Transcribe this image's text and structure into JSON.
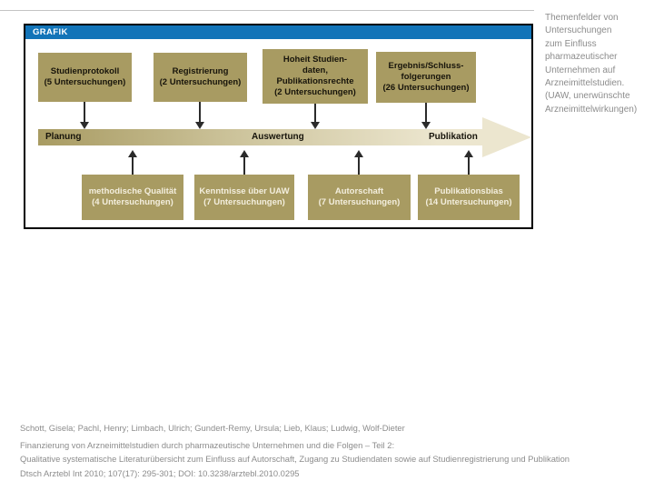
{
  "figure": {
    "header_label": "GRAFIK",
    "side_caption_lines": [
      "Themenfelder von",
      "Untersuchungen",
      "zum Einfluss",
      "pharmazeutischer",
      "Unternehmen auf",
      "Arzneimittelstudien.",
      "(UAW, unerwünschte",
      "Arzneimittelwirkungen)"
    ],
    "timeline_phases": [
      "Planung",
      "Auswertung",
      "Publikation"
    ],
    "top_boxes": [
      {
        "topic": "Studienprotokoll",
        "count": 5,
        "lines": [
          "Studienprotokoll",
          "(5 Untersuchungen)"
        ]
      },
      {
        "topic": "Registrierung",
        "count": 2,
        "lines": [
          "Registrierung",
          "(2 Untersuchungen)"
        ]
      },
      {
        "topic": "Hoheit Studiendaten, Publikationsrechte",
        "count": 2,
        "lines": [
          "Hoheit Studien-",
          "daten,",
          "Publikationsrechte",
          "(2 Untersuchungen)"
        ]
      },
      {
        "topic": "Ergebnis/Schlussfolgerungen",
        "count": 26,
        "lines": [
          "Ergebnis/Schluss-",
          "folgerungen",
          "(26 Untersuchungen)"
        ]
      }
    ],
    "bottom_boxes": [
      {
        "topic": "methodische Qualität",
        "count": 4,
        "lines": [
          "methodische Qualität",
          "(4 Untersuchungen)"
        ]
      },
      {
        "topic": "Kenntnisse über UAW",
        "count": 7,
        "lines": [
          "Kenntnisse über UAW",
          "(7 Untersuchungen)"
        ]
      },
      {
        "topic": "Autorschaft",
        "count": 7,
        "lines": [
          "Autorschaft",
          "(7 Untersuchungen)"
        ]
      },
      {
        "topic": "Publikationsbias",
        "count": 14,
        "lines": [
          "Publikationsbias",
          "(14 Untersuchungen)"
        ]
      }
    ]
  },
  "citation": {
    "authors": "Schott, Gisela; Pachl, Henry; Limbach, Ulrich; Gundert-Remy, Ursula; Lieb, Klaus; Ludwig, Wolf-Dieter",
    "title_line1": "Finanzierung von Arzneimittelstudien durch pharmazeutische Unternehmen und die Folgen – Teil 2:",
    "title_line2": "Qualitative systematische Literaturübersicht zum Einfluss auf Autorschaft, Zugang zu Studiendaten sowie auf Studienregistrierung und Publikation",
    "journal": "Dtsch Arztebl Int 2010; 107(17): 295-301; DOI: 10.3238/arztebl.2010.0295"
  },
  "colors": {
    "header_blue": "#1274b8",
    "box_olive": "#a89b62",
    "band_light_end": "#ece6cf",
    "top_box_text": "#17140b",
    "bottom_box_text": "#f3eedd",
    "caption_gray": "#8c8c8c",
    "connector_dark": "#2b2b2b"
  }
}
